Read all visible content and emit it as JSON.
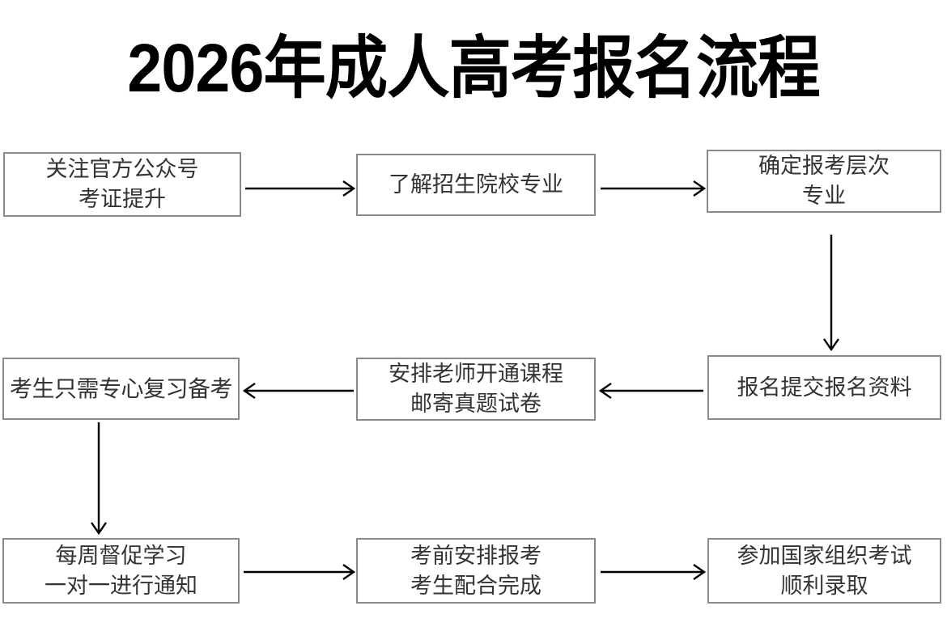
{
  "page": {
    "title": "2026年成人高考报名流程",
    "background_color": "#ffffff",
    "box_border_color": "#8a8a8a",
    "box_text_color": "#333333",
    "arrow_color": "#000000",
    "title_color": "#000000"
  },
  "flowchart": {
    "type": "process-flow",
    "rows": 3,
    "columns": 3,
    "nodes": [
      {
        "id": "node-1",
        "row": 1,
        "col": 1,
        "lines": [
          "关注官方公众号",
          "考证提升"
        ]
      },
      {
        "id": "node-2",
        "row": 1,
        "col": 2,
        "lines": [
          "了解招生院校专业"
        ]
      },
      {
        "id": "node-3",
        "row": 1,
        "col": 3,
        "lines": [
          "确定报考层次",
          "专业"
        ]
      },
      {
        "id": "node-4",
        "row": 2,
        "col": 1,
        "lines": [
          "考生只需专心复习备考"
        ]
      },
      {
        "id": "node-5",
        "row": 2,
        "col": 2,
        "lines": [
          "安排老师开通课程",
          "邮寄真题试卷"
        ]
      },
      {
        "id": "node-6",
        "row": 2,
        "col": 3,
        "lines": [
          "报名提交报名资料"
        ]
      },
      {
        "id": "node-7",
        "row": 3,
        "col": 1,
        "lines": [
          "每周督促学习",
          "一对一进行通知"
        ]
      },
      {
        "id": "node-8",
        "row": 3,
        "col": 2,
        "lines": [
          "考前安排报考",
          "考生配合完成"
        ]
      },
      {
        "id": "node-9",
        "row": 3,
        "col": 3,
        "lines": [
          "参加国家组织考试",
          "顺利录取"
        ]
      }
    ],
    "connections": [
      {
        "from": "node-1",
        "to": "node-2",
        "direction": "right"
      },
      {
        "from": "node-2",
        "to": "node-3",
        "direction": "right"
      },
      {
        "from": "node-3",
        "to": "node-6",
        "direction": "down"
      },
      {
        "from": "node-6",
        "to": "node-5",
        "direction": "left"
      },
      {
        "from": "node-5",
        "to": "node-4",
        "direction": "left"
      },
      {
        "from": "node-4",
        "to": "node-7",
        "direction": "down"
      },
      {
        "from": "node-7",
        "to": "node-8",
        "direction": "right"
      },
      {
        "from": "node-8",
        "to": "node-9",
        "direction": "right"
      }
    ]
  }
}
